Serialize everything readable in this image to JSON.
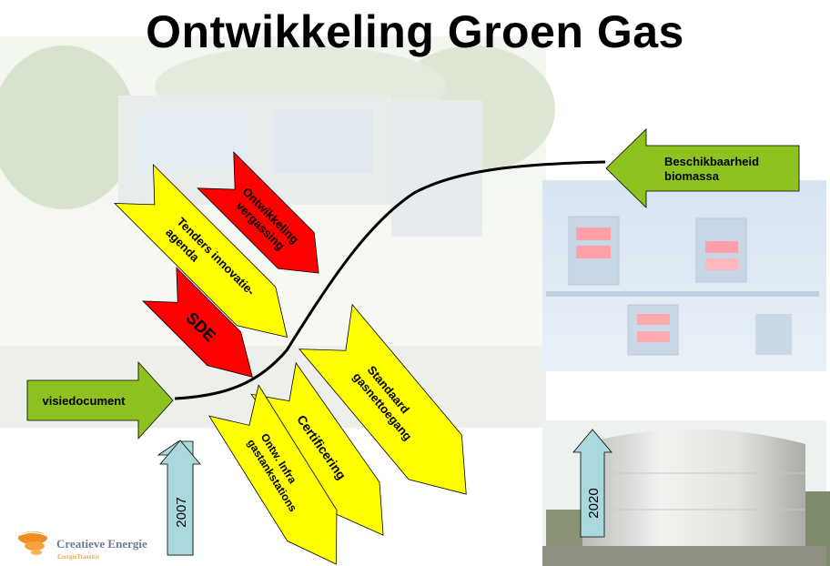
{
  "slide": {
    "title": "Ontwikkeling Groen Gas"
  },
  "arrows": {
    "visiedocument": "visiedocument",
    "beschikbaarheid_line1": "Beschikbaarheid",
    "beschikbaarheid_line2": "biomassa",
    "ontwikkeling_line1": "Ontwikkeling",
    "ontwikkeling_line2": "vergassing",
    "tenders_line1": "Tenders innovatie-",
    "tenders_line2": "agenda",
    "sde": "SDE",
    "standaard_line1": "Standaard",
    "standaard_line2": "gasnettoegang",
    "certificering": "Certificering",
    "ontw_line1": "Ontw. Infra",
    "ontw_line2": "gastankstations",
    "year_start": "2007",
    "year_end": "2020"
  },
  "logo": {
    "name": "Creatieve Energie",
    "sub": "EnergieTransitie"
  },
  "colors": {
    "green": "#8DC21F",
    "yellow": "#FFFF00",
    "red": "#FF0000",
    "lightblue": "#A9D9DC"
  }
}
